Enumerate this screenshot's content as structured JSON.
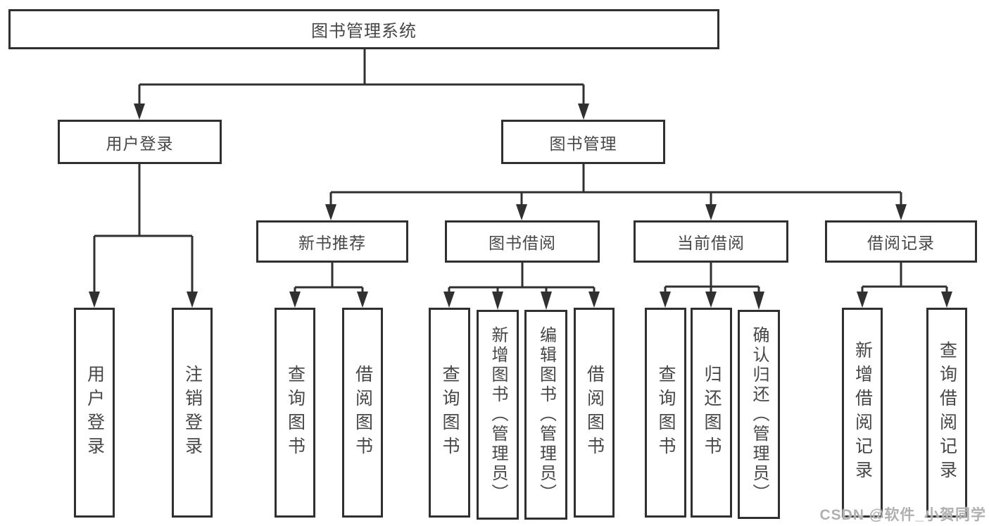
{
  "tree": {
    "label": "图书管理系统",
    "children": [
      {
        "label": "用户登录",
        "children": [
          {
            "label": "用户登录"
          },
          {
            "label": "注销登录"
          }
        ]
      },
      {
        "label": "图书管理",
        "children": [
          {
            "label": "新书推荐",
            "children": [
              {
                "label": "查询图书"
              },
              {
                "label": "借阅图书"
              }
            ]
          },
          {
            "label": "图书借阅",
            "children": [
              {
                "label": "查询图书"
              },
              {
                "label": "新增图书（管理员）"
              },
              {
                "label": "编辑图书（管理员）"
              },
              {
                "label": "借阅图书"
              }
            ]
          },
          {
            "label": "当前借阅",
            "children": [
              {
                "label": "查询图书"
              },
              {
                "label": "归还图书"
              },
              {
                "label": "确认归还（管理员）"
              }
            ]
          },
          {
            "label": "借阅记录",
            "children": [
              {
                "label": "新增借阅记录"
              },
              {
                "label": "查询借阅记录"
              }
            ]
          }
        ]
      }
    ]
  },
  "watermark": {
    "text": "CSDN @软件_小贺同学"
  },
  "colors": {
    "line": "#303030",
    "box_border": "#303030",
    "text": "#474747",
    "background": "#ffffff",
    "watermark": "#b0b0b0"
  }
}
